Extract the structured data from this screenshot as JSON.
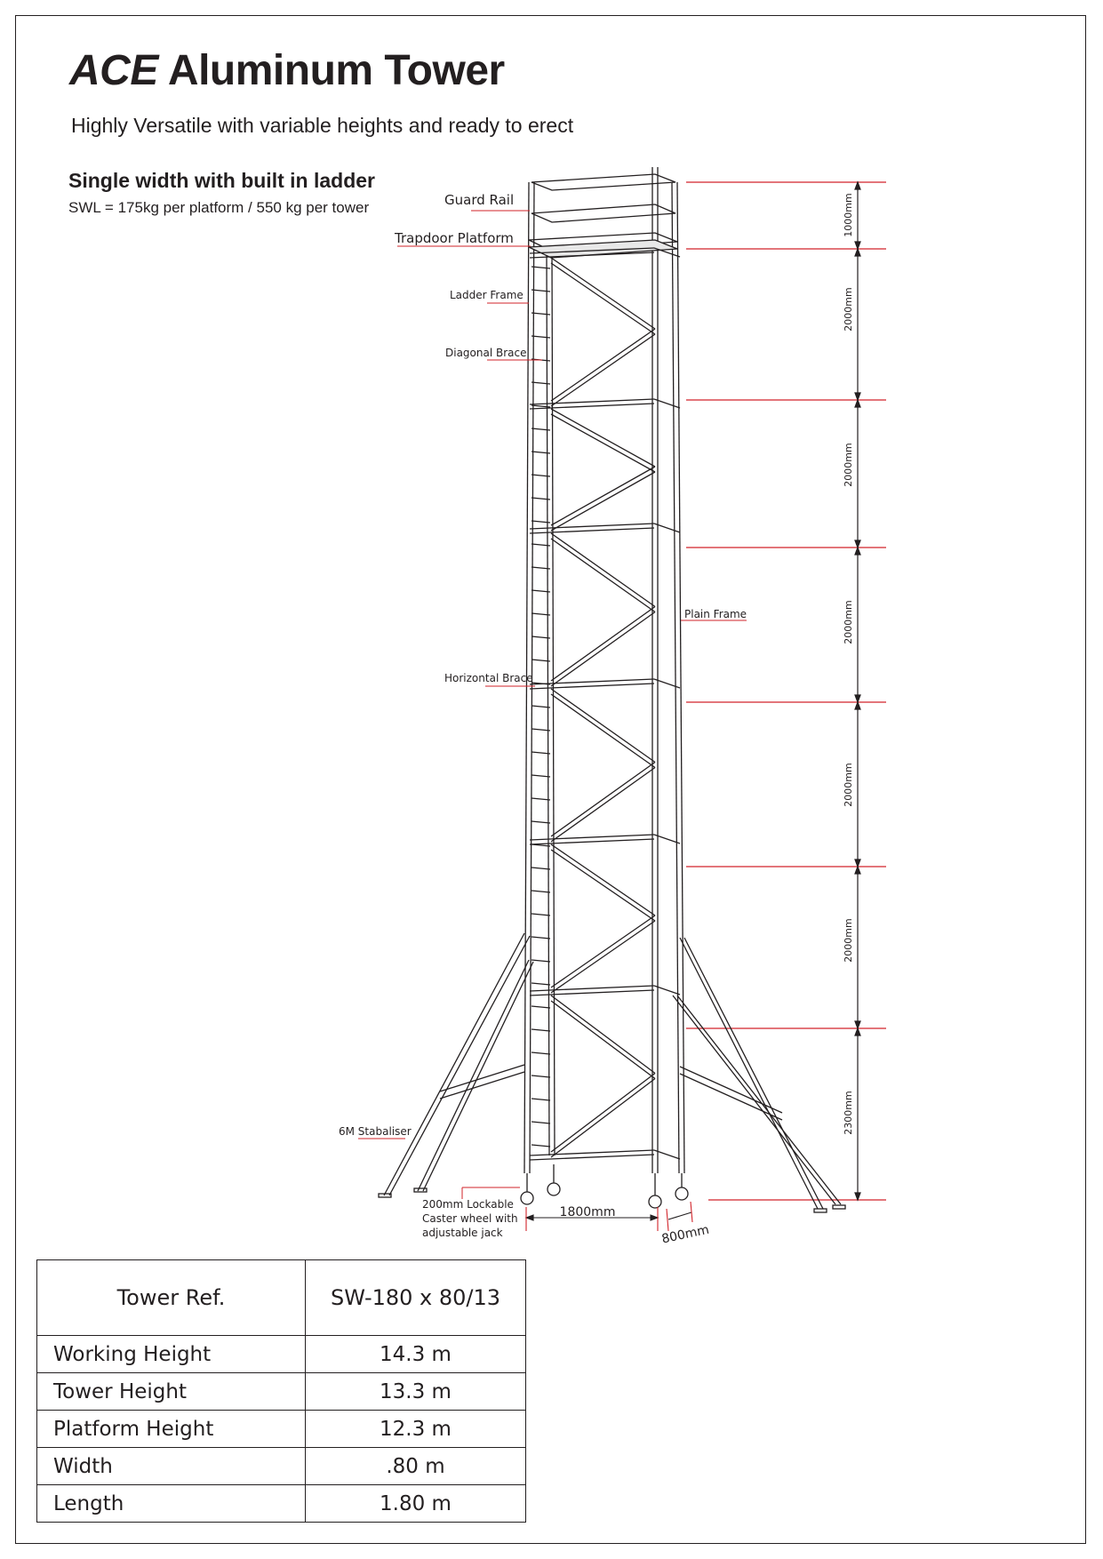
{
  "header": {
    "brand": "ACE",
    "title_rest": "Aluminum Tower",
    "subtitle": "Highly Versatile with variable heights and ready to erect"
  },
  "spec_summary": {
    "heading": "Single width with built in ladder",
    "swl": "SWL = 175kg per platform / 550 kg per tower"
  },
  "callouts": {
    "guard_rail": "Guard Rail",
    "trapdoor_platform": "Trapdoor Platform",
    "ladder_frame": "Ladder Frame",
    "diagonal_brace": "Diagonal Brace",
    "plain_frame": "Plain Frame",
    "horizontal_brace": "Horizontal Brace",
    "stabaliser": "6M Stabaliser",
    "caster_line1": "200mm Lockable",
    "caster_line2": "Caster wheel with",
    "caster_line3": "adjustable jack"
  },
  "dimensions": {
    "heights_top_to_bottom": [
      "1000mm",
      "2000mm",
      "2000mm",
      "2000mm",
      "2000mm",
      "2000mm",
      "2300mm"
    ],
    "length": "1800mm",
    "width": "800mm"
  },
  "colors": {
    "line": "#231f20",
    "dimension_red": "#d2232a"
  },
  "table": {
    "header_key": "Tower Ref.",
    "header_value": "SW-180 x 80/13",
    "rows": [
      {
        "label": "Working Height",
        "value": "14.3 m"
      },
      {
        "label": "Tower Height",
        "value": "13.3 m"
      },
      {
        "label": "Platform Height",
        "value": "12.3 m"
      },
      {
        "label": "Width",
        "value": ".80 m"
      },
      {
        "label": "Length",
        "value": "1.80 m"
      }
    ]
  }
}
